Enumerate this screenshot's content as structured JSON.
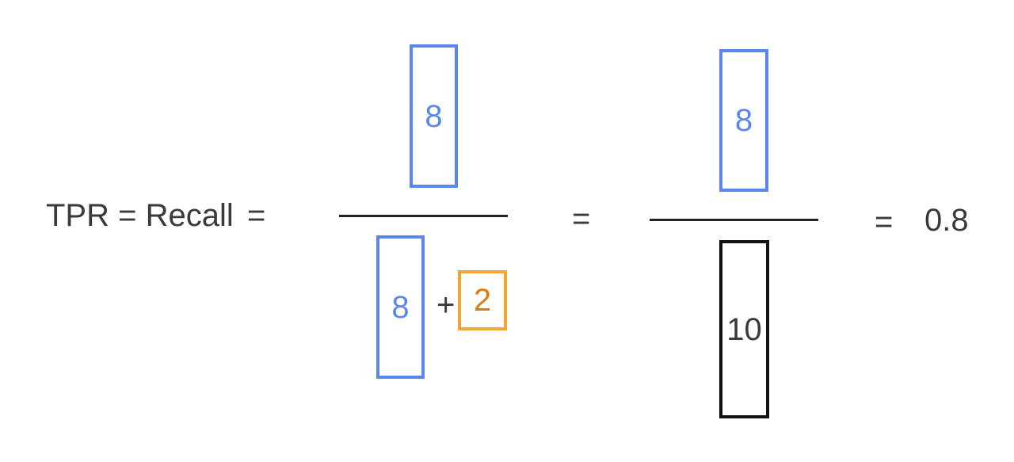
{
  "colors": {
    "text": "#3a3a3a",
    "true_positive": "#5b86f0",
    "false_negative": "#f0a535",
    "false_negative_text": "#e07a10",
    "total": "#111111",
    "rule": "#222222"
  },
  "equation": {
    "lhs": "TPR = Recall",
    "eq1": "=",
    "fraction1": {
      "numerator": "8",
      "denominator_left": "8",
      "plus": "+",
      "denominator_right": "2"
    },
    "eq2": "=",
    "fraction2": {
      "numerator": "8",
      "denominator": "10"
    },
    "eq3": "=",
    "result": "0.8"
  }
}
